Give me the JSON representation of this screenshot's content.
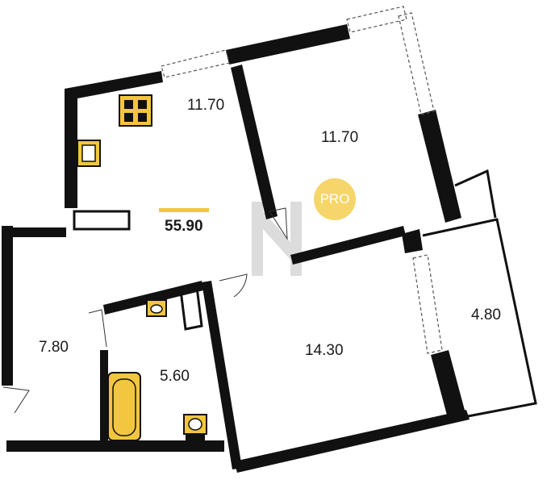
{
  "plan": {
    "total_area": "55.90",
    "badge": "PRO",
    "rooms": [
      {
        "key": "kitchen",
        "area": "11.70"
      },
      {
        "key": "room-top",
        "area": "11.70"
      },
      {
        "key": "hallway",
        "area": "7.80"
      },
      {
        "key": "bathroom",
        "area": "5.60"
      },
      {
        "key": "room-bottom",
        "area": "14.30"
      },
      {
        "key": "balcony",
        "area": "4.80"
      }
    ],
    "colors": {
      "wall": "#111111",
      "fixture": "#f3c640",
      "badge": "#f6d56a",
      "watermark": "#d9d9d9"
    },
    "icons": [
      "stove-icon",
      "sink-icon",
      "bathtub-icon",
      "toilet-icon",
      "washbasin-icon",
      "watermark-logo-icon"
    ]
  }
}
